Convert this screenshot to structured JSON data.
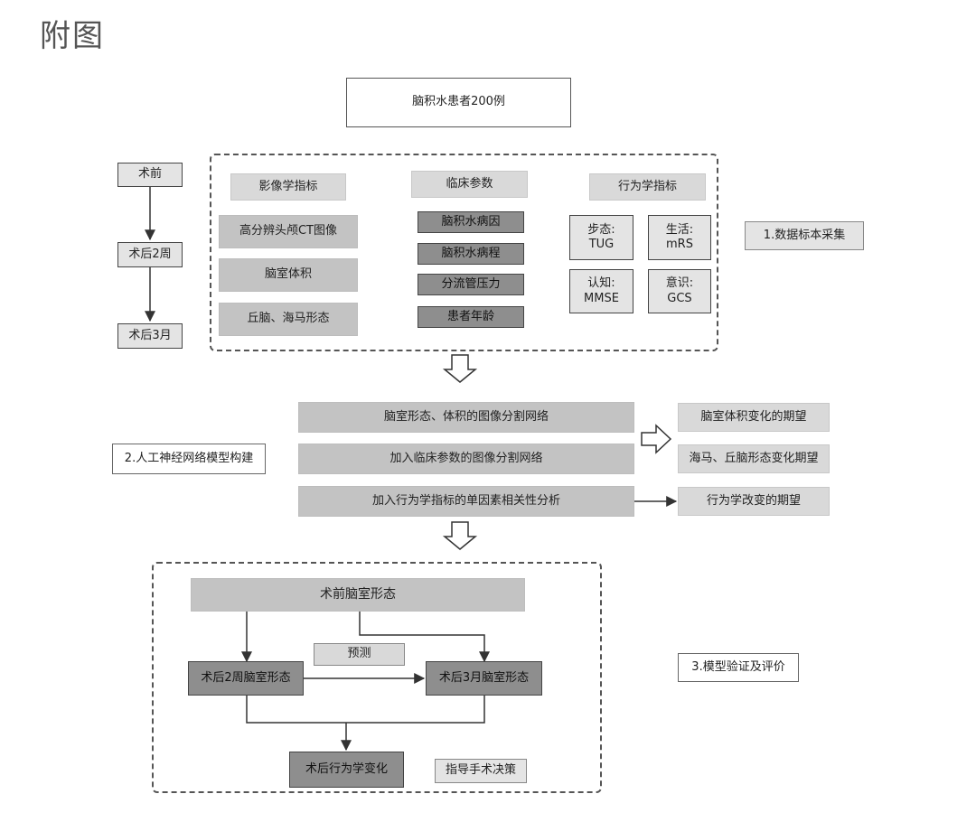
{
  "page_title": "附图",
  "top": {
    "patients": "脑积水患者200例"
  },
  "timeline": {
    "pre": "术前",
    "week2": "术后2周",
    "month3": "术后3月"
  },
  "section1": {
    "imaging": {
      "header": "影像学指标",
      "items": [
        "高分辨头颅CT图像",
        "脑室体积",
        "丘脑、海马形态"
      ]
    },
    "clinical": {
      "header": "临床参数",
      "items": [
        "脑积水病因",
        "脑积水病程",
        "分流管压力",
        "患者年龄"
      ]
    },
    "behavior": {
      "header": "行为学指标",
      "items": [
        "步态:\nTUG",
        "生活:\nmRS",
        "认知:\nMMSE",
        "意识:\nGCS"
      ]
    },
    "label": "1.数据标本采集"
  },
  "section2": {
    "label": "2.人工神经网络模型构建",
    "models": [
      "脑室形态、体积的图像分割网络",
      "加入临床参数的图像分割网络",
      "加入行为学指标的单因素相关性分析"
    ],
    "expectations": [
      "脑室体积变化的期望",
      "海马、丘脑形态变化期望",
      "行为学改变的期望"
    ]
  },
  "section3": {
    "label": "3.模型验证及评价",
    "pre_shape": "术前脑室形态",
    "predict": "预测",
    "week2_shape": "术后2周脑室形态",
    "month3_shape": "术后3月脑室形态",
    "behavior_change": "术后行为学变化",
    "guide": "指导手术决策"
  }
}
